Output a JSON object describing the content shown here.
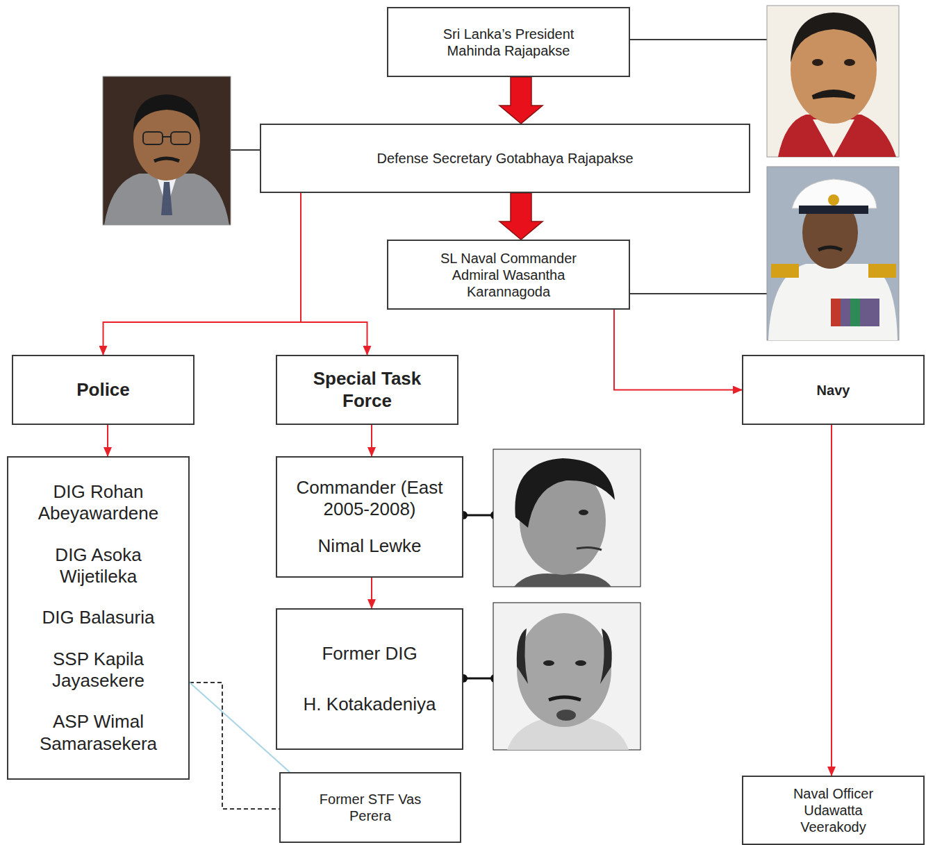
{
  "diagram": {
    "nodes": [
      {
        "text": [
          "Sri Lanka’s President Mahinda Rajapakse"
        ]
      },
      {
        "text": [
          "Defense Secretary Gotabhaya Rajapakse"
        ]
      },
      {
        "text": [
          "SL Naval Commander Admiral Wasantha Karannagoda"
        ]
      },
      {
        "text": [
          "Police"
        ]
      },
      {
        "text": [
          "Special Task Force"
        ]
      },
      {
        "text": [
          "Navy"
        ]
      },
      {
        "text": [
          "DIG Rohan Abeyawardene",
          "DIG Asoka Wijetileka",
          "DIG Balasuria",
          "SSP Kapila Jayasekere",
          "ASP Wimal Samarasekera"
        ]
      },
      {
        "text": [
          "Commander (East 2005-2008)",
          "Nimal Lewke"
        ]
      },
      {
        "text": [
          "Former DIG",
          "H. Kotakadeniya"
        ]
      },
      {
        "text": [
          "Former STF Vas Perera"
        ]
      },
      {
        "text": [
          "Naval Officer Udawatta Veerakody"
        ]
      }
    ],
    "edges": [
      {
        "from": 0,
        "to": 1,
        "arrow": "to"
      },
      {
        "from": 1,
        "to": 2,
        "arrow": "to"
      },
      {
        "from": 1,
        "to": 3,
        "arrow": "to"
      },
      {
        "from": 1,
        "to": 4,
        "arrow": "to"
      },
      {
        "from": 2,
        "to": 5,
        "arrow": "to"
      },
      {
        "from": 3,
        "to": 6,
        "arrow": "to"
      },
      {
        "from": 4,
        "to": 7,
        "arrow": "to"
      },
      {
        "from": 7,
        "to": 8,
        "arrow": "to"
      },
      {
        "from": 5,
        "to": 10,
        "arrow": "to"
      },
      {
        "from": 6,
        "to": 9,
        "arrow": "none"
      },
      {
        "from": 6,
        "to": 9,
        "arrow": "none"
      }
    ]
  }
}
